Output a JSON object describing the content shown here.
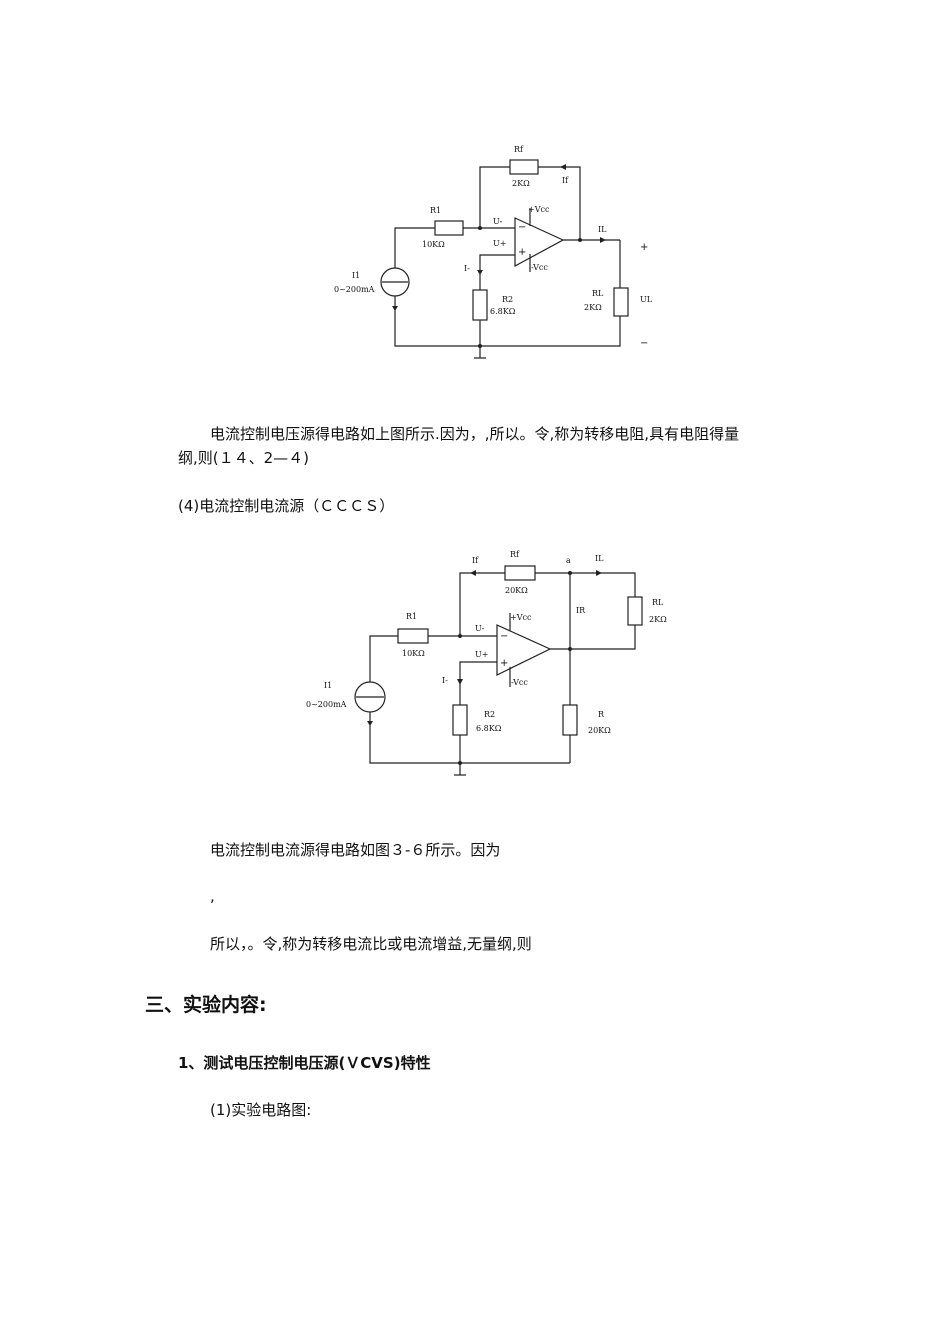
{
  "figure1": {
    "labels": {
      "rf": "Rf",
      "rf_val": "2KΩ",
      "if": "If",
      "r1": "R1",
      "r1_val": "10KΩ",
      "u_minus": "U-",
      "u_plus": "U+",
      "vcc_pos": "+Vcc",
      "vcc_neg": "-Vcc",
      "il": "IL",
      "plus": "+",
      "minus": "−",
      "i1": "I1",
      "i1_range": "0~200mA",
      "i_minus": "I-",
      "r2": "R2",
      "r2_val": "6.8KΩ",
      "rl": "RL",
      "rl_val": "2KΩ",
      "ul": "UL"
    }
  },
  "para1": {
    "line1": "电流控制电压源得电路如上图所示.因为，,所以。令,称为转移电阻,具有电阻得量",
    "line2": "纲,则(１４、2—４)"
  },
  "heading_cccs": "(4)电流控制电流源（ＣＣＣＳ）",
  "figure2": {
    "labels": {
      "if": "If",
      "rf": "Rf",
      "rf_val": "20KΩ",
      "a": "a",
      "il": "IL",
      "r1": "R1",
      "r1_val": "10KΩ",
      "u_minus": "U-",
      "u_plus": "U+",
      "vcc_pos": "+Vcc",
      "vcc_neg": "-Vcc",
      "ir": "IR",
      "rl": "RL",
      "rl_val": "2KΩ",
      "i1": "I1",
      "i1_range": "0~200mA",
      "i_minus": "I-",
      "r2": "R2",
      "r2_val": "6.8KΩ",
      "r": "R",
      "r_val": "20KΩ"
    }
  },
  "para2": "电流控制电流源得电路如图３-６所示。因为",
  "para3": ",",
  "para4": "所以，。令,称为转移电流比或电流增益,无量纲,则",
  "section3": "三、实验内容:",
  "sub1": "1、测试电压控制电压源(ＶCVS)特性",
  "sub1_1": "(1)实验电路图:"
}
